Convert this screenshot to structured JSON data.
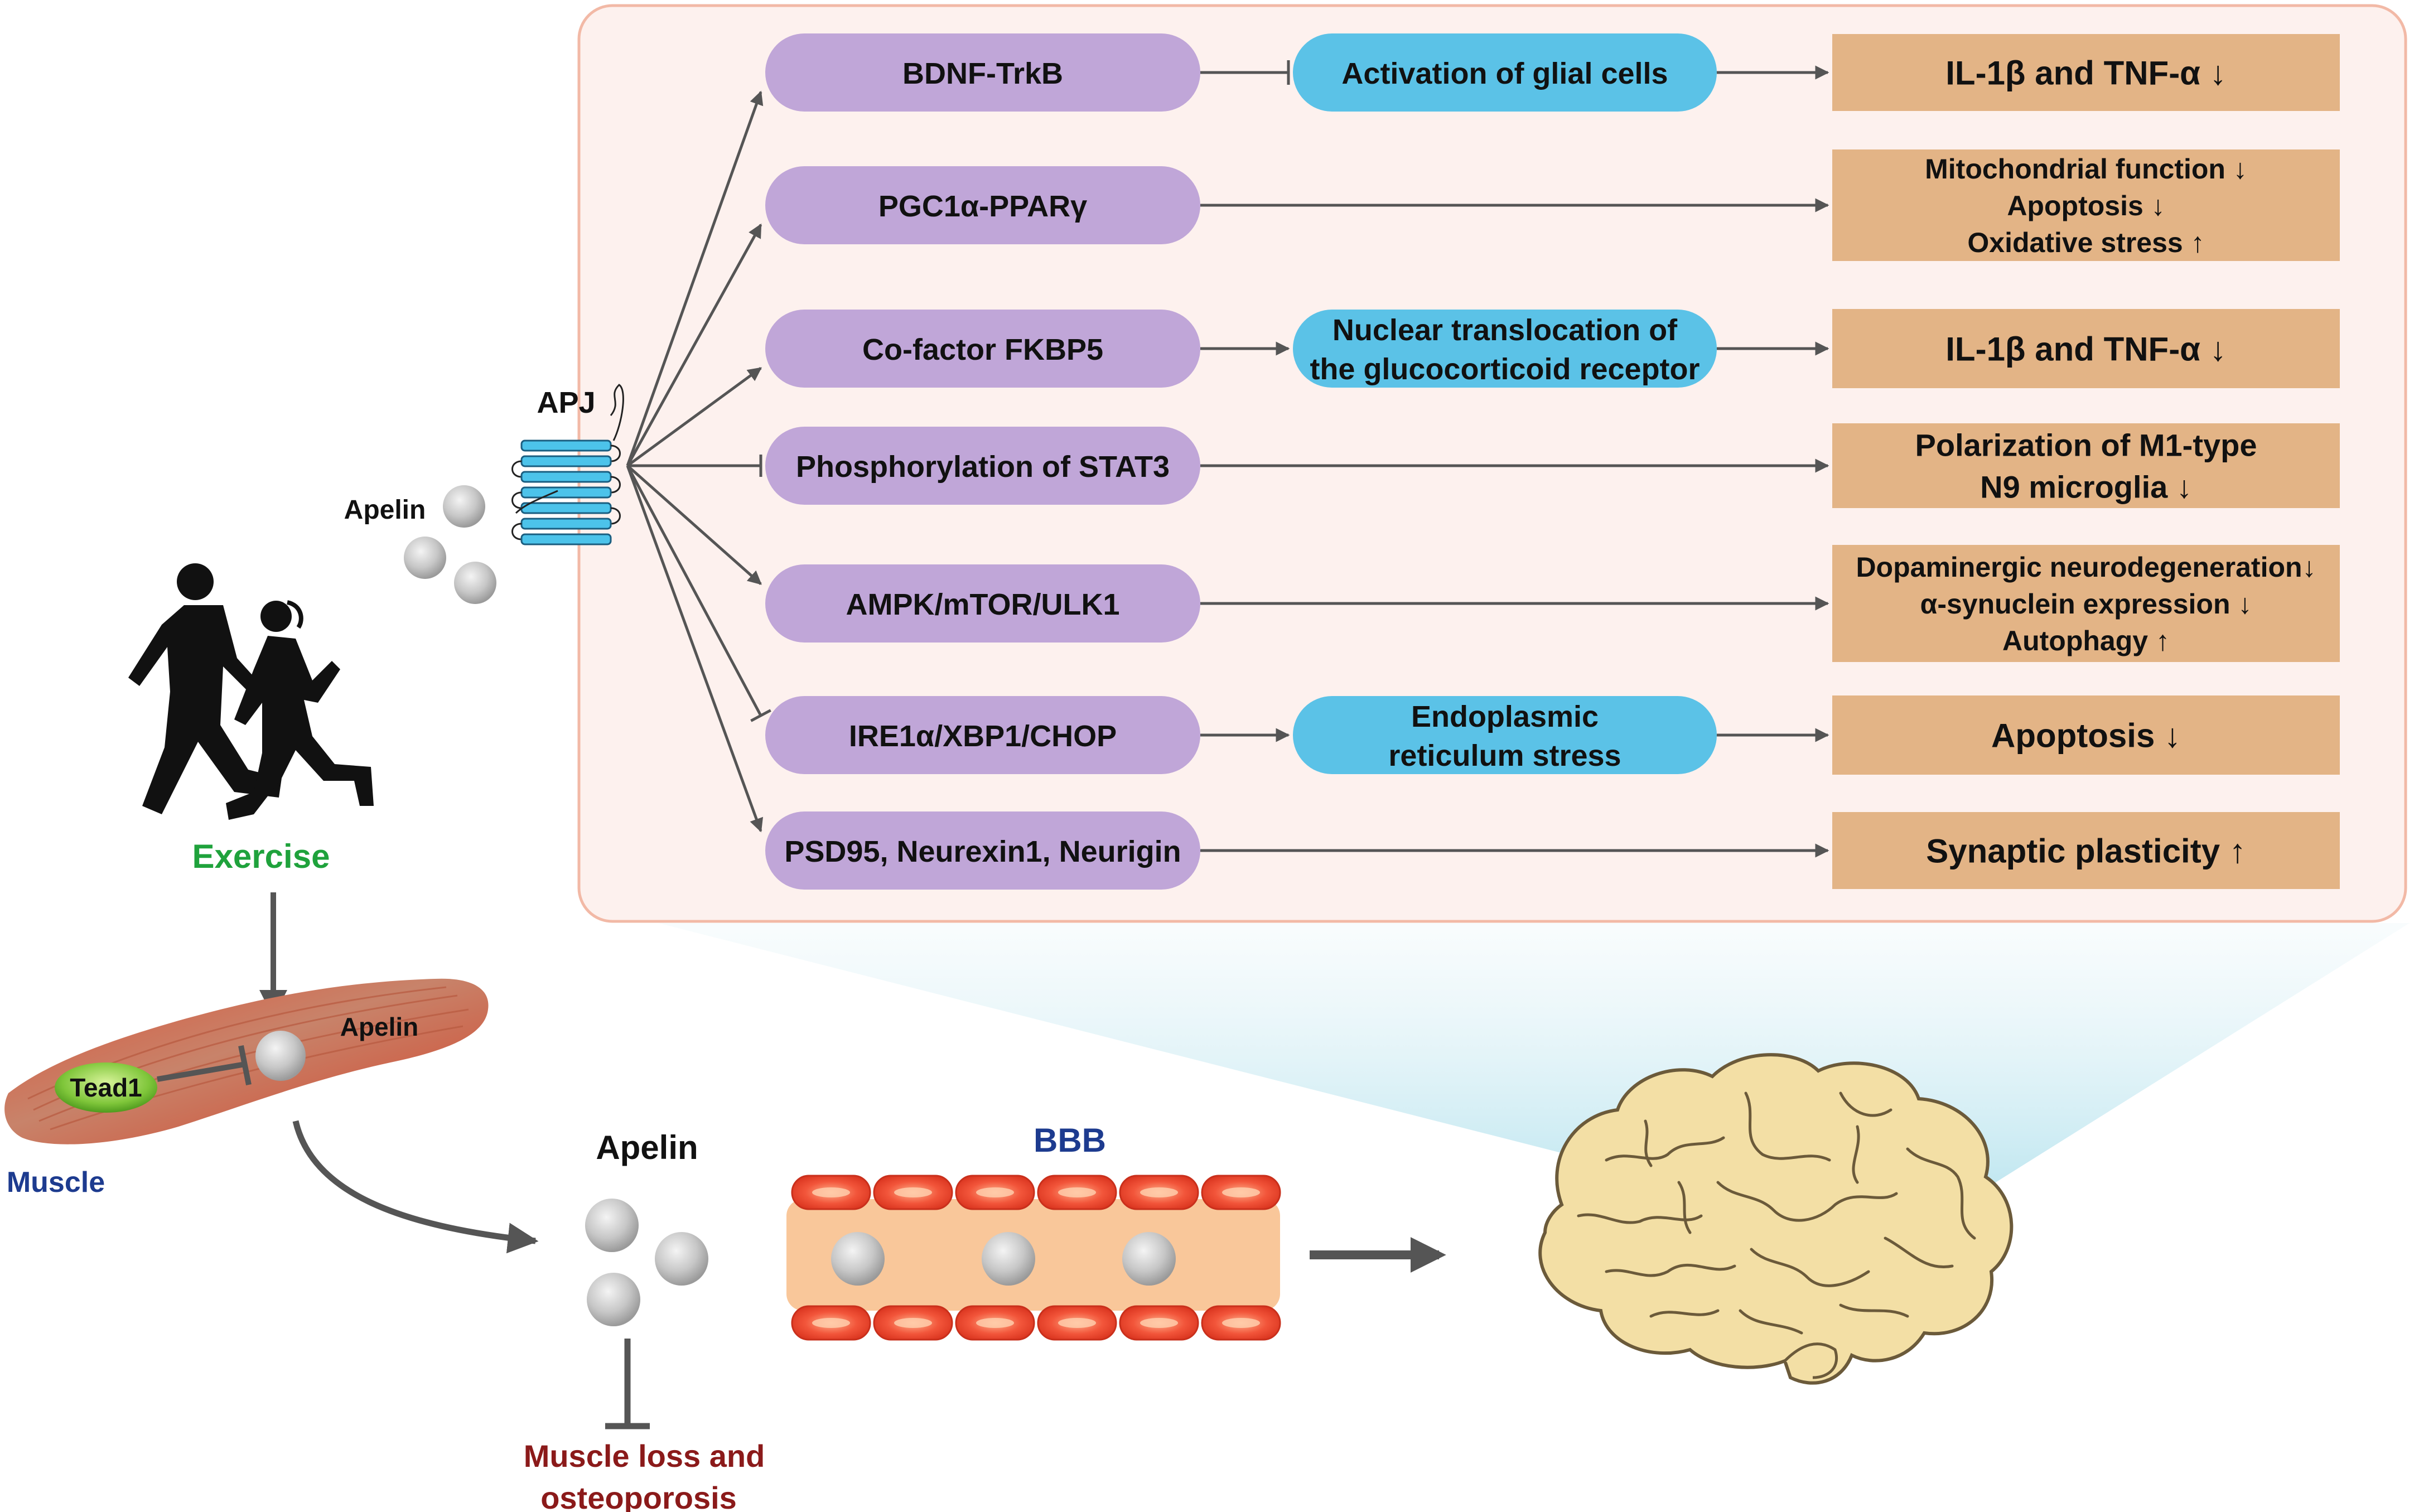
{
  "pathways": [
    {
      "name": "BDNF-TrkB",
      "mediator": "Activation of glial cells",
      "outcome_lines": [
        "IL-1β and TNF-α ↓"
      ]
    },
    {
      "name": "PGC1α-PPARγ",
      "mediator": "",
      "outcome_lines": [
        "Mitochondrial function ↓",
        "Apoptosis ↓",
        "Oxidative stress ↑"
      ]
    },
    {
      "name": "Co-factor FKBP5",
      "mediator_lines": [
        "Nuclear translocation of",
        "the glucocorticoid receptor"
      ],
      "outcome_lines": [
        "IL-1β and TNF-α ↓"
      ]
    },
    {
      "name": "Phosphorylation of  STAT3",
      "mediator": "",
      "outcome_lines": [
        "Polarization of M1-type",
        "N9 microglia ↓"
      ]
    },
    {
      "name": "AMPK/mTOR/ULK1",
      "mediator": "",
      "outcome_lines": [
        "Dopaminergic neurodegeneration↓",
        "α-synuclein expression ↓",
        "Autophagy ↑"
      ]
    },
    {
      "name": "IRE1α/XBP1/CHOP",
      "mediator_lines": [
        "Endoplasmic",
        "reticulum stress"
      ],
      "outcome_lines": [
        "Apoptosis ↓"
      ]
    },
    {
      "name": "PSD95, Neurexin1, Neurigin",
      "mediator": "",
      "outcome_lines": [
        "Synaptic plasticity ↑"
      ]
    }
  ],
  "labels": {
    "apj": "APJ",
    "apelin_receptor": "Apelin",
    "exercise": "Exercise",
    "muscle_apelin": "Apelin",
    "tead1": "Tead1",
    "muscle": "Muscle",
    "apelin_blood": "Apelin",
    "bbb": "BBB",
    "muscle_loss_line1": "Muscle loss and",
    "muscle_loss_line2": "osteoporosis"
  },
  "colors": {
    "pathway_fill": "#c0a6d8",
    "mediator_fill": "#5bc2e7",
    "outcome_fill": "#e3b486",
    "panel_fill": "#fdf1ee",
    "panel_stroke": "#f2b9a6",
    "exercise_text": "#1fa23c",
    "muscle_text": "#1d3b8f",
    "bbb_text": "#1d3b8f",
    "muscle_loss_text": "#8b1a1a",
    "arrow": "#555555"
  }
}
